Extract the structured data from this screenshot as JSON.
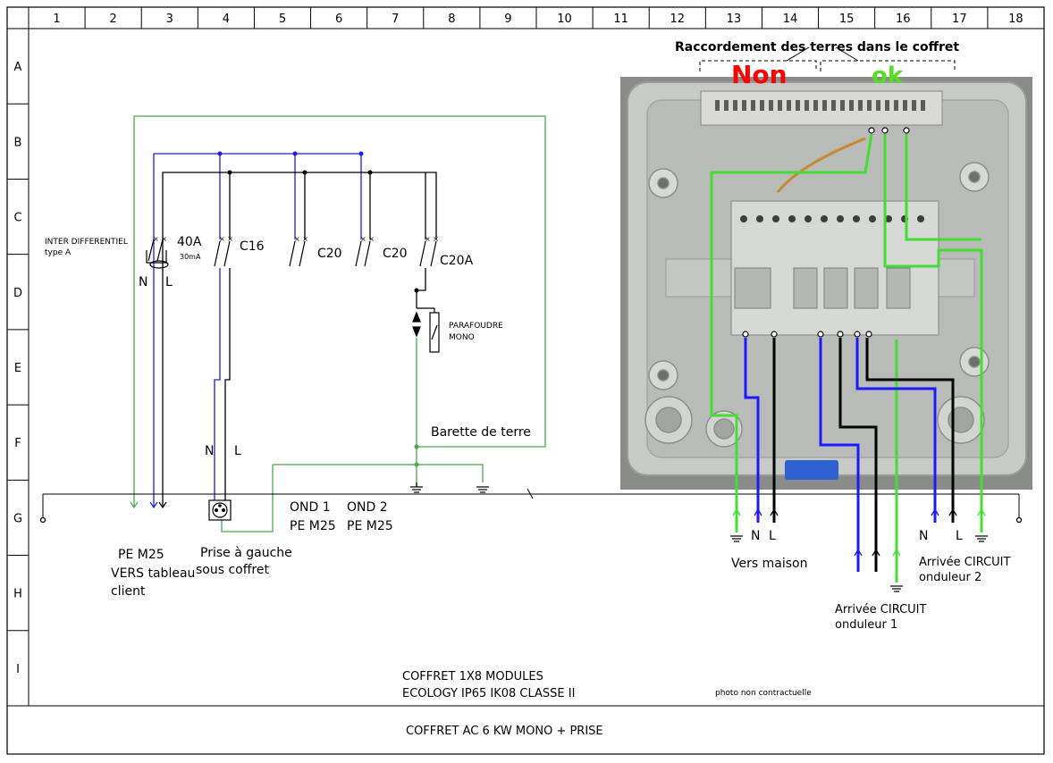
{
  "frame": {
    "columns": [
      "1",
      "2",
      "3",
      "4",
      "5",
      "6",
      "7",
      "8",
      "9",
      "10",
      "11",
      "12",
      "13",
      "14",
      "15",
      "16",
      "17",
      "18"
    ],
    "rows": [
      "A",
      "B",
      "C",
      "D",
      "E",
      "F",
      "G",
      "H",
      "I"
    ]
  },
  "schematic": {
    "inter_diff": "INTER DIFFERENTIEL",
    "inter_type": "type A",
    "rating_40a": "40A",
    "rating_30ma": "30mA",
    "label_n": "N",
    "label_l": "L",
    "breaker_c16": "C16",
    "breaker_c20_1": "C20",
    "breaker_c20_2": "C20",
    "breaker_c20a": "C20A",
    "parafoudre_1": "PARAFOUDRE",
    "parafoudre_2": "MONO",
    "barette": "Barette de terre",
    "prise_n": "N",
    "prise_l": "L",
    "ond1_1": "OND 1",
    "ond1_2": "PE M25",
    "ond2_1": "OND 2",
    "ond2_2": "PE M25",
    "pe_m25": "PE M25",
    "vers_tableau": "VERS tableau",
    "client": "client",
    "prise_gauche": "Prise à gauche",
    "sous_coffret": "sous coffret"
  },
  "photo": {
    "title": "Raccordement des terres dans le coffret",
    "non": "Non",
    "ok": "ok",
    "vers_maison": "Vers maison",
    "vm_n": "N",
    "vm_l": "L",
    "ond1_line1": "Arrivée CIRCUIT",
    "ond1_line2": "onduleur 1",
    "ond2_n": "N",
    "ond2_l": "L",
    "ond2_line1": "Arrivée CIRCUIT",
    "ond2_line2": "onduleur 2",
    "disclaimer": "photo non contractuelle"
  },
  "footer": {
    "line1": "COFFRET  1X8 MODULES",
    "line2": "ECOLOGY  IP65  IK08  CLASSE II",
    "title": "COFFRET  AC 6 KW MONO + PRISE"
  },
  "colors": {
    "neutral": "#1a1aff",
    "ground": "#44dd33",
    "ground_schematic": "#4aa84a",
    "phase": "#000000",
    "warn": "#ff0000"
  }
}
